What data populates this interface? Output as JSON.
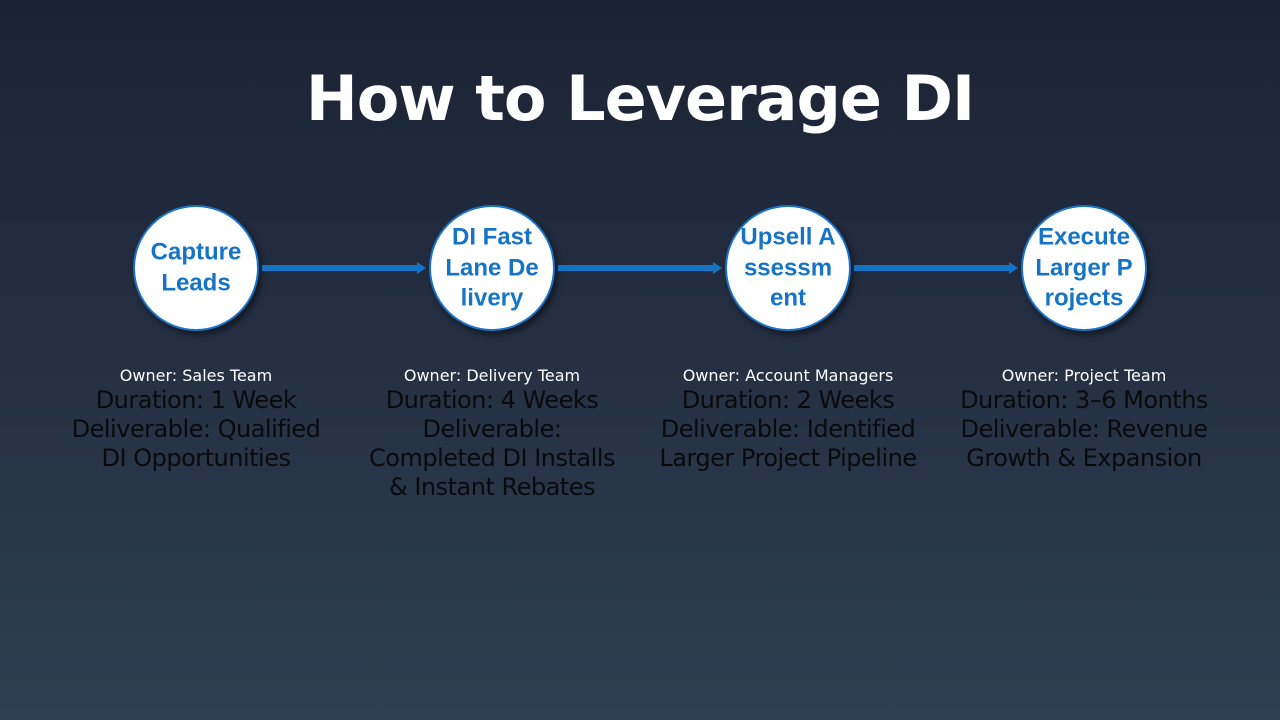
{
  "title": "How to Leverage DI",
  "stages": [
    {
      "name": "Capture Leads",
      "owner": "Owner: Sales Team",
      "duration": "Duration: 1 Week",
      "deliverable": "Deliverable: Qualified DI Opportunities"
    },
    {
      "name": "DI Fast Lane Delivery",
      "owner": "Owner: Delivery Team",
      "duration": "Duration: 4 Weeks",
      "deliverable": "Deliverable: Completed DI Installs & Instant Rebates"
    },
    {
      "name": "Upsell Assessment",
      "owner": "Owner: Account Managers",
      "duration": "Duration: 2 Weeks",
      "deliverable": "Deliverable: Identified Larger Project Pipeline"
    },
    {
      "name": "Execute Larger Projects",
      "owner": "Owner: Project Team",
      "duration": "Duration: 3–6 Months",
      "deliverable": "Deliverable: Revenue Growth & Expansion"
    }
  ],
  "colors": {
    "accent": "#1674c6",
    "circle_fill": "#ffffff",
    "background_top": "#1b2233",
    "background_bottom": "#2f3e52"
  }
}
